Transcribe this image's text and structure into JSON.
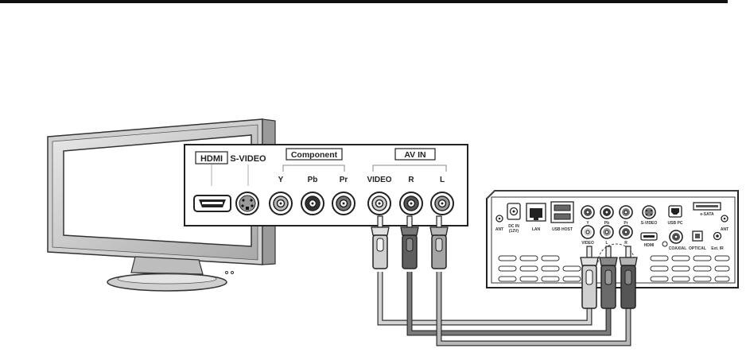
{
  "tv_panel": {
    "hdmi": "HDMI",
    "svideo": "S-VIDEO",
    "component": "Component",
    "av_in": "AV IN",
    "y": "Y",
    "pb": "Pb",
    "pr": "Pr",
    "video": "VIDEO",
    "r": "R",
    "l": "L"
  },
  "player_panel": {
    "ant_left": "ANT",
    "dc_in": "DC IN",
    "dc_in_v": "(12V)",
    "lan": "LAN",
    "usb_host": "USB HOST",
    "y": "Y",
    "pb": "Pb",
    "pr": "Pr",
    "video": "VIDEO",
    "l": "L",
    "r": "R",
    "svideo": "S-VIDEO",
    "usb_pc": "USB PC",
    "esata": "e-SATA",
    "ant_right": "ANT",
    "hdmi": "HDMI",
    "coaxial": "COAXIAL",
    "optical": "OPTICAL",
    "ext_ir": "Ext. IR"
  },
  "colors": {
    "line": "#333333",
    "video_plug": "#c8c8c8",
    "r_plug": "#6a6a6a",
    "l_plug": "#a6a6a6",
    "cable_video": "#cfcfcf",
    "cable_r": "#7a7a7a",
    "cable_l": "#b4b4b4"
  }
}
